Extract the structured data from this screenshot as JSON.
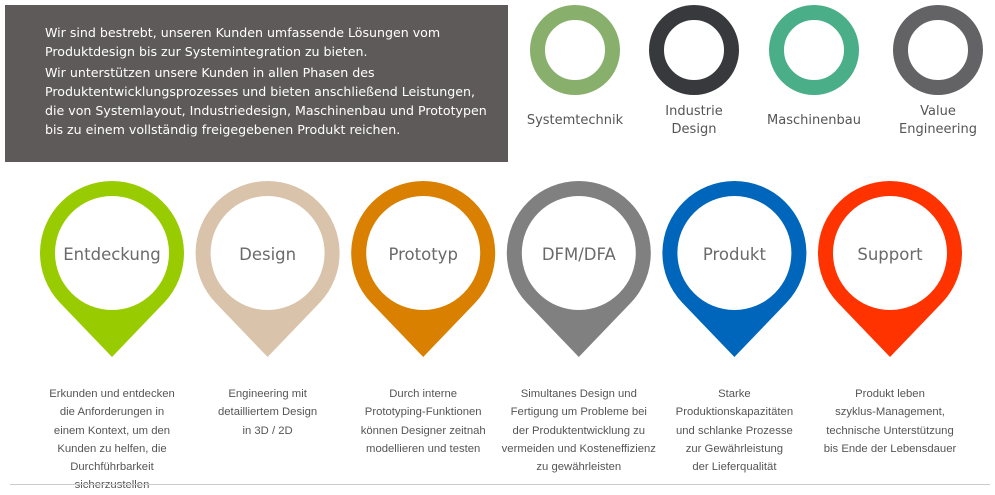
{
  "intro": {
    "paragraph1": "Wir sind bestrebt, unseren Kunden umfassende Lösungen vom Produktdesign bis zur Systemintegration zu bieten.",
    "paragraph2": "Wir unterstützen unsere Kunden in allen Phasen des Produktentwicklungsprozesses und bieten anschließend Leistungen, die von Systemlayout, Industriedesign, Maschinenbau und Prototypen bis zu einem vollständig freigegebenen Produkt reichen."
  },
  "rings": [
    {
      "label": "Systemtechnik",
      "color": "#88b06c"
    },
    {
      "label": "Industrie\nDesign",
      "color": "#38393d"
    },
    {
      "label": "Maschinenbau",
      "color": "#4aae88"
    },
    {
      "label": "Value\nEngineering",
      "color": "#636366"
    }
  ],
  "phases": [
    {
      "title": "Entdeckung",
      "color": "#99cc00",
      "desc": "Erkunden und entdecken\ndie Anforderungen in\neinem Kontext, um den\nKunden zu helfen, die\nDurchführbarkeit sicherzustellen"
    },
    {
      "title": "Design",
      "color": "#d9c3aa",
      "desc": "Engineering mit\ndetailliertem Design\nin 3D / 2D"
    },
    {
      "title": "Prototyp",
      "color": "#d98000",
      "desc": "Durch interne\nPrototyping-Funktionen\nkönnen Designer zeitnah\nmodellieren und testen"
    },
    {
      "title": "DFM/DFA",
      "color": "#808080",
      "desc": "Simultanes Design und\nFertigung um Probleme bei\nder Produktentwicklung zu\nvermeiden und Kosteneffizienz\nzu gewährleisten"
    },
    {
      "title": "Produkt",
      "color": "#0066bb",
      "desc": "Starke\nProduktionskapazitäten\nund schlanke Prozesse\nzur Gewährleistung\nder Lieferqualität"
    },
    {
      "title": "Support",
      "color": "#ff3300",
      "desc": "Produkt leben\nszyklus-Management,\ntechnische Unterstützung\nbis Ende der Lebensdauer"
    }
  ]
}
